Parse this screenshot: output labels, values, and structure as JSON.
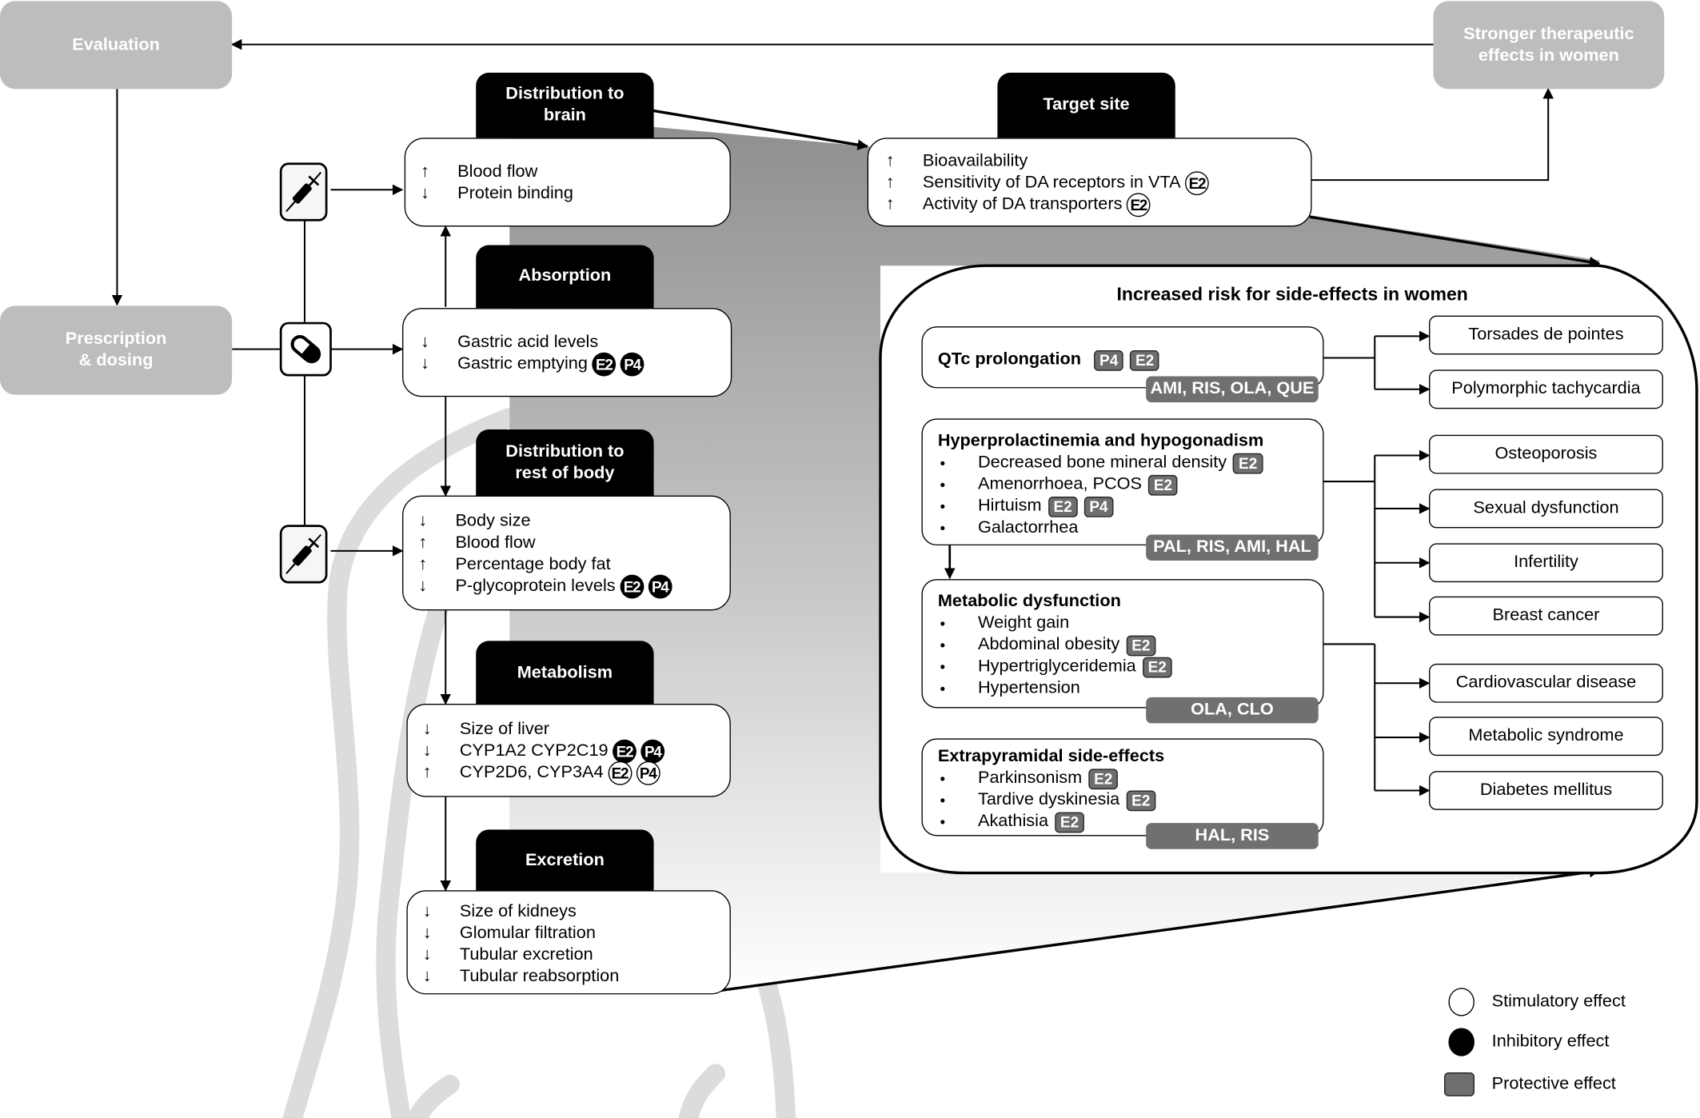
{
  "feedback": {
    "evaluation": "Evaluation",
    "prescription": "Prescription\n& dosing",
    "stronger_effects": "Stronger therapeutic\neffects in women"
  },
  "routes": {
    "icons": [
      "syringe-icon",
      "pill-icon",
      "syringe-icon"
    ]
  },
  "stages": {
    "distribution_brain": {
      "title": "Distribution to\nbrain",
      "rows": [
        {
          "dir": "↑",
          "text": "Blood flow",
          "hormones": []
        },
        {
          "dir": "↓",
          "text": "Protein binding",
          "hormones": []
        }
      ]
    },
    "absorption": {
      "title": "Absorption",
      "rows": [
        {
          "dir": "↓",
          "text": "Gastric acid levels",
          "hormones": []
        },
        {
          "dir": "↓",
          "text": "Gastric emptying",
          "hormones": [
            {
              "label": "E2",
              "effect": "inhibitory"
            },
            {
              "label": "P4",
              "effect": "inhibitory"
            }
          ]
        }
      ]
    },
    "distribution_body": {
      "title": "Distribution to\nrest of body",
      "rows": [
        {
          "dir": "↓",
          "text": "Body size",
          "hormones": []
        },
        {
          "dir": "↑",
          "text": "Blood flow",
          "hormones": []
        },
        {
          "dir": "↑",
          "text": "Percentage body fat",
          "hormones": []
        },
        {
          "dir": "↓",
          "text": "P-glycoprotein levels",
          "hormones": [
            {
              "label": "E2",
              "effect": "inhibitory"
            },
            {
              "label": "P4",
              "effect": "inhibitory"
            }
          ]
        }
      ]
    },
    "metabolism": {
      "title": "Metabolism",
      "rows": [
        {
          "dir": "↓",
          "text": "Size of liver",
          "hormones": []
        },
        {
          "dir": "↓",
          "text": "CYP1A2  CYP2C19",
          "hormones": [
            {
              "label": "E2",
              "effect": "inhibitory"
            },
            {
              "label": "P4",
              "effect": "inhibitory"
            }
          ]
        },
        {
          "dir": "↑",
          "text": "CYP2D6, CYP3A4",
          "hormones": [
            {
              "label": "E2",
              "effect": "stimulatory"
            },
            {
              "label": "P4",
              "effect": "stimulatory"
            }
          ]
        }
      ]
    },
    "excretion": {
      "title": "Excretion",
      "rows": [
        {
          "dir": "↓",
          "text": "Size of kidneys",
          "hormones": []
        },
        {
          "dir": "↓",
          "text": "Glomular filtration",
          "hormones": []
        },
        {
          "dir": "↓",
          "text": "Tubular excretion",
          "hormones": []
        },
        {
          "dir": "↓",
          "text": "Tubular reabsorption",
          "hormones": []
        }
      ]
    },
    "target_site": {
      "title": "Target site",
      "rows": [
        {
          "dir": "↑",
          "text": "Bioavailability",
          "hormones": []
        },
        {
          "dir": "↑",
          "text": "Sensitivity of DA receptors in VTA",
          "hormones": [
            {
              "label": "E2",
              "effect": "stimulatory"
            }
          ]
        },
        {
          "dir": "↑",
          "text": "Activity of DA transporters",
          "hormones": [
            {
              "label": "E2",
              "effect": "stimulatory"
            }
          ]
        }
      ]
    }
  },
  "side_effects": {
    "title": "Increased risk for side-effects in women",
    "groups": [
      {
        "title": "QTc prolongation",
        "title_hormones": [
          "P4",
          "E2"
        ],
        "items": [],
        "drugs": "AMI, RIS, OLA, QUE"
      },
      {
        "title": "Hyperprolactinemia and hypogonadism",
        "title_hormones": [],
        "items": [
          {
            "text": "Decreased bone mineral density",
            "hormones": [
              "E2"
            ]
          },
          {
            "text": "Amenorrhoea, PCOS",
            "hormones": [
              "E2"
            ]
          },
          {
            "text": "Hirtuism",
            "hormones": [
              "E2",
              "P4"
            ]
          },
          {
            "text": "Galactorrhea",
            "hormones": []
          }
        ],
        "drugs": "PAL, RIS, AMI, HAL"
      },
      {
        "title": "Metabolic dysfunction",
        "title_hormones": [],
        "items": [
          {
            "text": "Weight gain",
            "hormones": []
          },
          {
            "text": "Abdominal obesity",
            "hormones": [
              "E2"
            ]
          },
          {
            "text": "Hypertriglyceridemia",
            "hormones": [
              "E2"
            ]
          },
          {
            "text": "Hypertension",
            "hormones": []
          }
        ],
        "drugs": "OLA, CLO"
      },
      {
        "title": "Extrapyramidal side-effects",
        "title_hormones": [],
        "items": [
          {
            "text": "Parkinsonism",
            "hormones": [
              "E2"
            ]
          },
          {
            "text": "Tardive dyskinesia",
            "hormones": [
              "E2"
            ]
          },
          {
            "text": "Akathisia",
            "hormones": [
              "E2"
            ]
          }
        ],
        "drugs": "HAL, RIS"
      }
    ],
    "outcomes": [
      "Torsades de pointes",
      "Polymorphic tachycardia",
      "Osteoporosis",
      "Sexual dysfunction",
      "Infertility",
      "Breast cancer",
      "Cardiovascular disease",
      "Metabolic syndrome",
      "Diabetes mellitus"
    ]
  },
  "legend": [
    {
      "symbol": "white-circle",
      "label": "Stimulatory effect"
    },
    {
      "symbol": "black-circle",
      "label": "Inhibitory effect"
    },
    {
      "symbol": "grey-rounded-square",
      "label": "Protective effect"
    }
  ],
  "colors": {
    "feedback_box": "#bdbdbd",
    "stage_tab": "#000000",
    "protective": "#6e6e6e",
    "drug_tag": "#707070"
  }
}
